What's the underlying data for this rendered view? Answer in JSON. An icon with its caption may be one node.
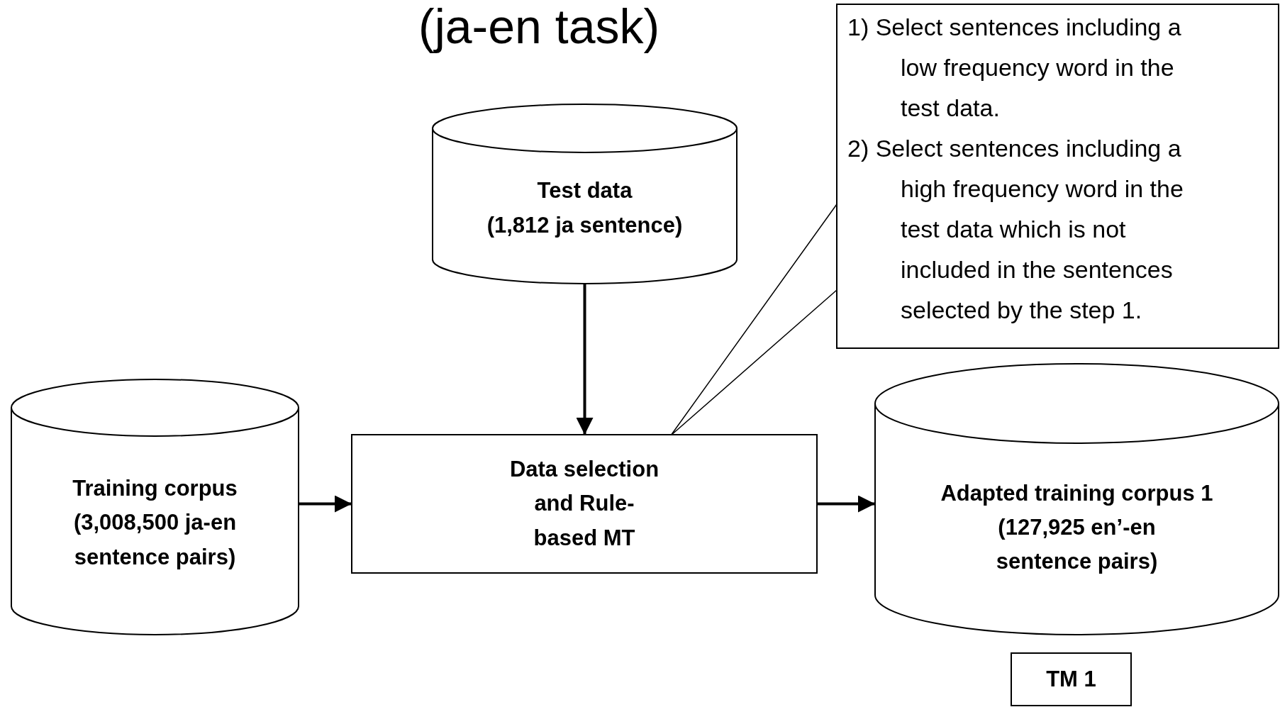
{
  "diagram": {
    "title": "(ja-en task)",
    "nodes": [
      {
        "text": [
          "Test data",
          "(1,812 ja sentence)"
        ]
      },
      {
        "text": [
          "1) Select sentences including a low frequency word in the test data.",
          "2) Select sentences including a high frequency word in the test data which is not included in the sentences selected by the step 1."
        ]
      },
      {
        "text": [
          "Training corpus",
          "(3,008,500 ja-en sentence pairs)"
        ]
      },
      {
        "text": [
          "Data selection and Rule-based MT"
        ]
      },
      {
        "text": [
          "Adapted training corpus 1",
          "(127,925 en’-en sentence pairs)"
        ]
      },
      {
        "text": [
          "TM 1"
        ]
      }
    ],
    "edges": [
      {
        "from": 0,
        "to": 3,
        "arrow": "to"
      },
      {
        "from": 2,
        "to": 3,
        "arrow": "to"
      },
      {
        "from": 3,
        "to": 4,
        "arrow": "to"
      },
      {
        "from": 1,
        "to": 3,
        "arrow": "none"
      }
    ]
  }
}
